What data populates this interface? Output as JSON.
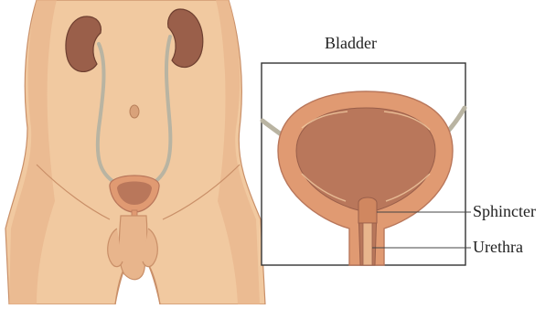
{
  "labels": {
    "title": "Bladder",
    "sphincter": "Sphincter",
    "urethra": "Urethra"
  },
  "colors": {
    "skin": "#f1c9a0",
    "skin_shadow": "#d9a27a",
    "kidney": "#9a5f4a",
    "ureter": "#b9b4a2",
    "bladder_wall": "#e09a72",
    "bladder_inner": "#b9775b",
    "leader_line": "#444444",
    "frame": "#333333"
  }
}
